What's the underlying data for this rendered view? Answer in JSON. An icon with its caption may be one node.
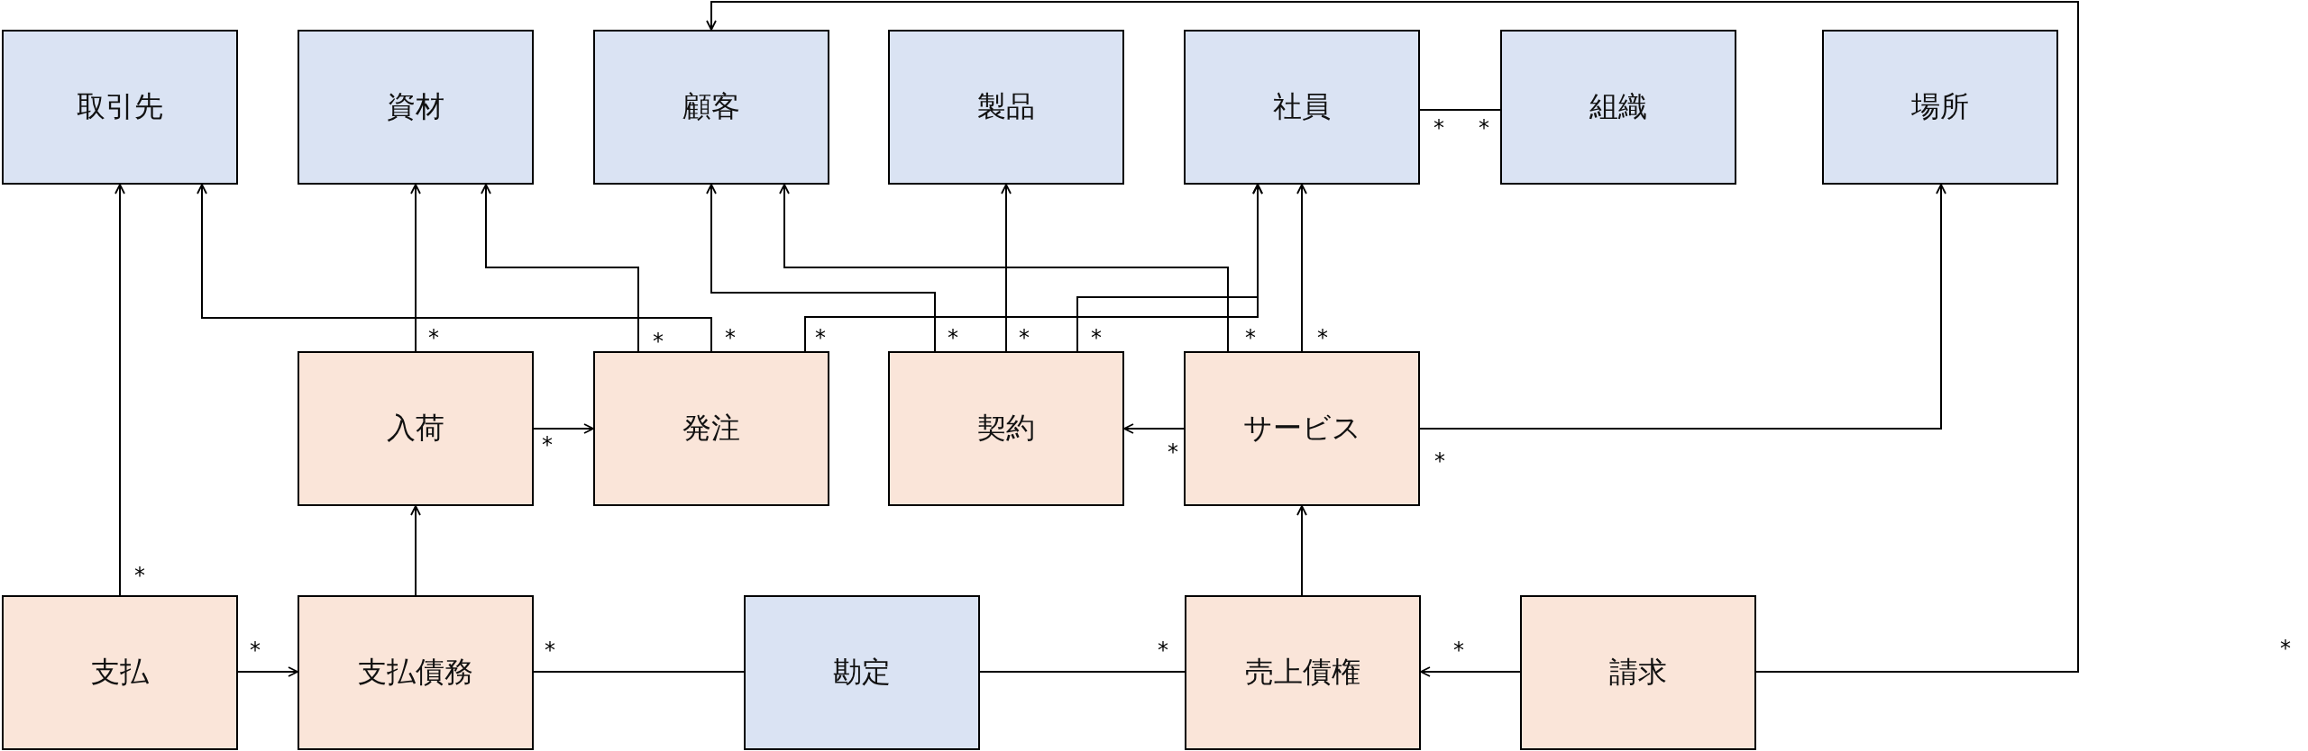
{
  "diagram": {
    "nodes": [
      {
        "text": [
          "取引先"
        ]
      },
      {
        "text": [
          "資材"
        ]
      },
      {
        "text": [
          "顧客"
        ]
      },
      {
        "text": [
          "製品"
        ]
      },
      {
        "text": [
          "社員"
        ]
      },
      {
        "text": [
          "組織"
        ]
      },
      {
        "text": [
          "場所"
        ]
      },
      {
        "text": [
          "入荷"
        ]
      },
      {
        "text": [
          "発注"
        ]
      },
      {
        "text": [
          "契約"
        ]
      },
      {
        "text": [
          "サービス"
        ]
      },
      {
        "text": [
          "支払"
        ]
      },
      {
        "text": [
          "支払債務"
        ]
      },
      {
        "text": [
          "勘定"
        ]
      },
      {
        "text": [
          "売上債権"
        ]
      },
      {
        "text": [
          "請求"
        ]
      }
    ],
    "edges": [
      {
        "from": 11,
        "to": 0,
        "arrow": "to"
      },
      {
        "from": 11,
        "to": 12,
        "arrow": "to"
      },
      {
        "from": 12,
        "to": 7,
        "arrow": "to"
      },
      {
        "from": 12,
        "to": 13,
        "arrow": "none"
      },
      {
        "from": 13,
        "to": 14,
        "arrow": "none"
      },
      {
        "from": 15,
        "to": 14,
        "arrow": "to"
      },
      {
        "from": 14,
        "to": 10,
        "arrow": "to"
      },
      {
        "from": 15,
        "to": 2,
        "arrow": "to"
      },
      {
        "from": 7,
        "to": 1,
        "arrow": "to"
      },
      {
        "from": 7,
        "to": 8,
        "arrow": "to"
      },
      {
        "from": 8,
        "to": 0,
        "arrow": "to"
      },
      {
        "from": 8,
        "to": 1,
        "arrow": "to"
      },
      {
        "from": 8,
        "to": 4,
        "arrow": "to"
      },
      {
        "from": 9,
        "to": 2,
        "arrow": "to"
      },
      {
        "from": 9,
        "to": 3,
        "arrow": "to"
      },
      {
        "from": 9,
        "to": 4,
        "arrow": "to"
      },
      {
        "from": 10,
        "to": 2,
        "arrow": "to"
      },
      {
        "from": 10,
        "to": 4,
        "arrow": "to"
      },
      {
        "from": 10,
        "to": 9,
        "arrow": "to"
      },
      {
        "from": 10,
        "to": 6,
        "arrow": "to"
      },
      {
        "from": 4,
        "to": 5,
        "arrow": "none"
      }
    ],
    "labels": [
      "*",
      "*",
      "*",
      "*",
      "*",
      "*",
      "*",
      "*",
      "*",
      "*",
      "*",
      "*",
      "*",
      "*",
      "*",
      "*",
      "*",
      "*",
      "*",
      "*"
    ]
  }
}
